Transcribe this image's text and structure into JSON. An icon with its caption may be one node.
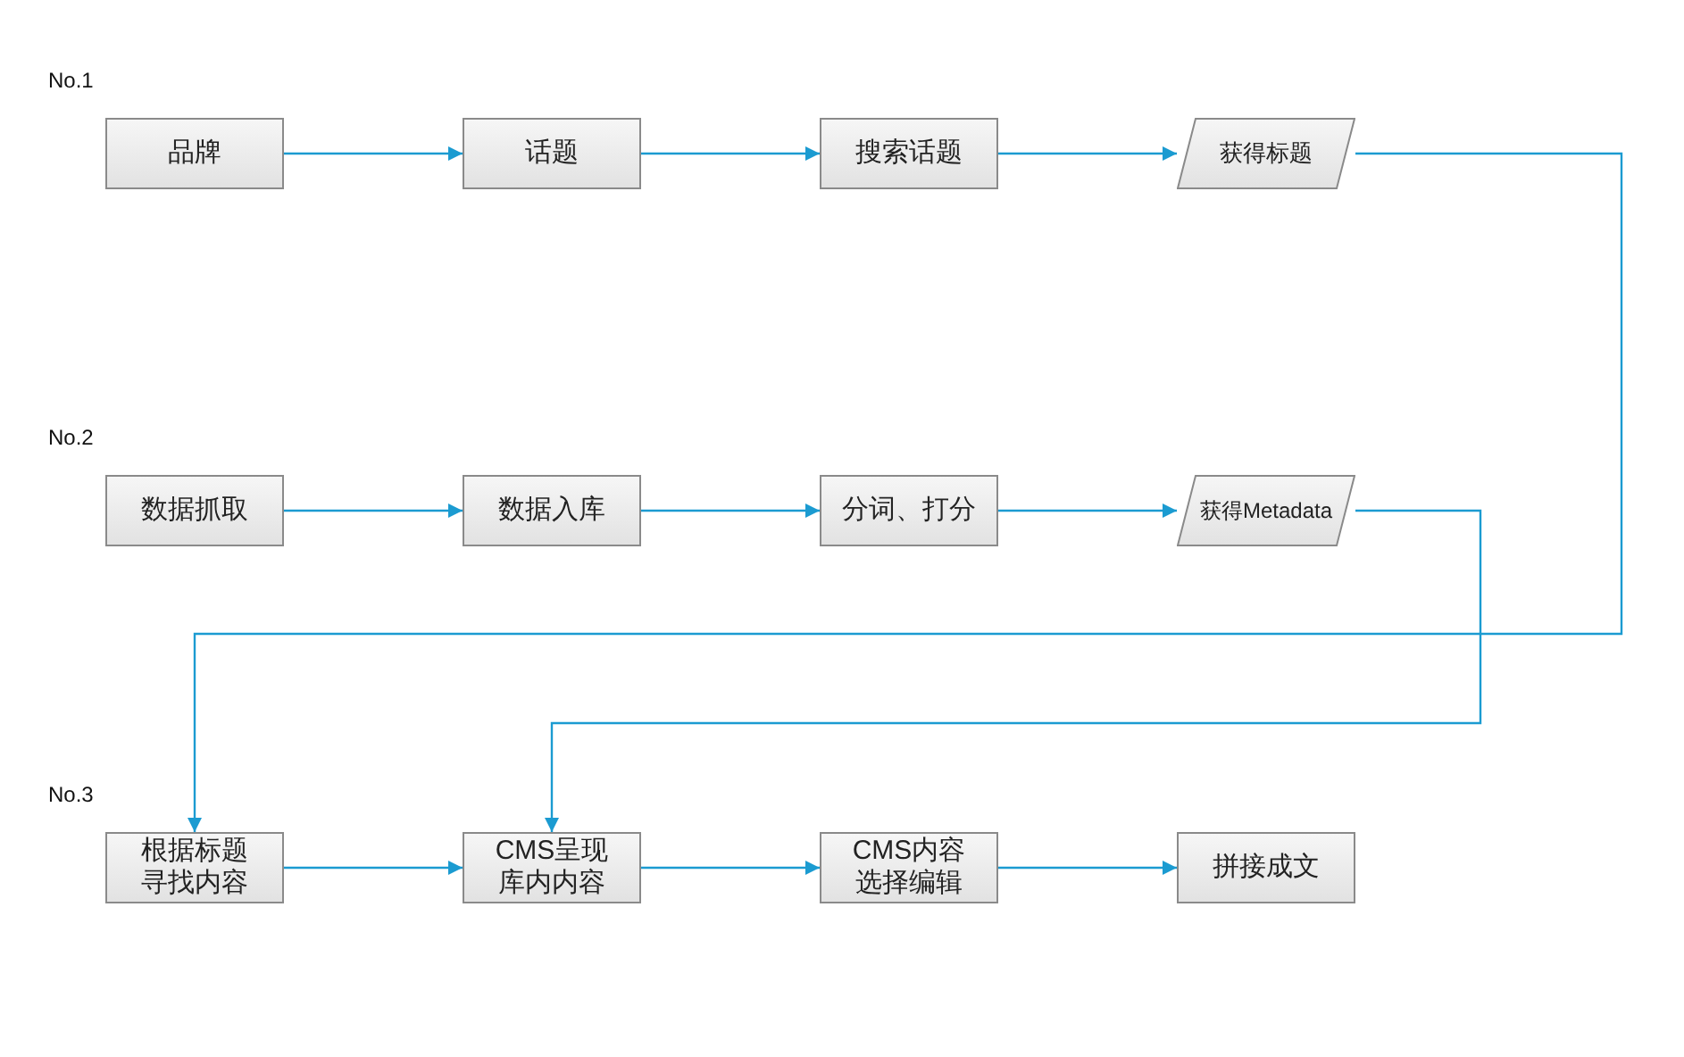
{
  "diagram": {
    "nodes": [
      {
        "text": [
          "品牌"
        ]
      },
      {
        "text": [
          "话题"
        ]
      },
      {
        "text": [
          "搜索话题"
        ]
      },
      {
        "text": [
          "获得标题"
        ]
      },
      {
        "text": [
          "数据抓取"
        ]
      },
      {
        "text": [
          "数据入库"
        ]
      },
      {
        "text": [
          "分词、打分"
        ]
      },
      {
        "text": [
          "获得Metadata"
        ]
      },
      {
        "text": [
          "根据标题寻找内容"
        ]
      },
      {
        "text": [
          "CMS呈现库内内容"
        ]
      },
      {
        "text": [
          "CMS内容选择编辑"
        ]
      },
      {
        "text": [
          "拼接成文"
        ]
      }
    ],
    "edges": [
      {
        "from": 0,
        "to": 1,
        "arrow": "to"
      },
      {
        "from": 1,
        "to": 2,
        "arrow": "to"
      },
      {
        "from": 2,
        "to": 3,
        "arrow": "to"
      },
      {
        "from": 3,
        "to": 8,
        "arrow": "to"
      },
      {
        "from": 4,
        "to": 5,
        "arrow": "to"
      },
      {
        "from": 5,
        "to": 6,
        "arrow": "to"
      },
      {
        "from": 6,
        "to": 7,
        "arrow": "to"
      },
      {
        "from": 7,
        "to": 9,
        "arrow": "to"
      },
      {
        "from": 8,
        "to": 9,
        "arrow": "to"
      },
      {
        "from": 9,
        "to": 10,
        "arrow": "to"
      },
      {
        "from": 10,
        "to": 11,
        "arrow": "to"
      }
    ],
    "labels": [
      "No.1",
      "No.2",
      "No.3"
    ]
  }
}
